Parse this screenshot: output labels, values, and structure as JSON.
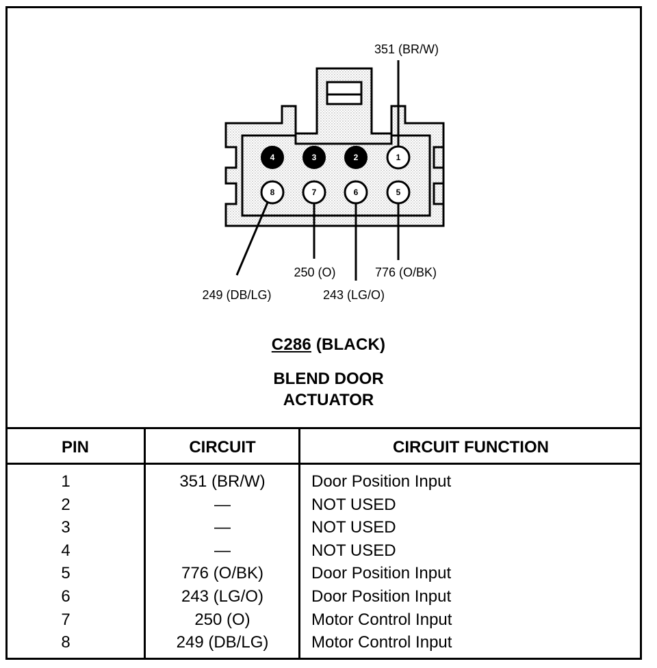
{
  "connector": {
    "id": "C286",
    "color_label": "(BLACK)",
    "component_line1": "BLEND DOOR",
    "component_line2": "ACTUATOR"
  },
  "pins": [
    {
      "pin": "1",
      "filled": false
    },
    {
      "pin": "2",
      "filled": true
    },
    {
      "pin": "3",
      "filled": true
    },
    {
      "pin": "4",
      "filled": true
    },
    {
      "pin": "5",
      "filled": false
    },
    {
      "pin": "6",
      "filled": false
    },
    {
      "pin": "7",
      "filled": false
    },
    {
      "pin": "8",
      "filled": false
    }
  ],
  "wire_labels": {
    "pin1": "351 (BR/W)",
    "pin5": "776 (O/BK)",
    "pin6": "243 (LG/O)",
    "pin7": "250 (O)",
    "pin8": "249 (DB/LG)"
  },
  "table": {
    "headers": {
      "pin": "PIN",
      "circuit": "CIRCUIT",
      "function": "CIRCUIT FUNCTION"
    },
    "rows": [
      {
        "pin": "1",
        "circuit": "351 (BR/W)",
        "function": "Door Position Input"
      },
      {
        "pin": "2",
        "circuit": "—",
        "function": "NOT USED"
      },
      {
        "pin": "3",
        "circuit": "—",
        "function": "NOT USED"
      },
      {
        "pin": "4",
        "circuit": "—",
        "function": "NOT USED"
      },
      {
        "pin": "5",
        "circuit": "776 (O/BK)",
        "function": "Door Position Input"
      },
      {
        "pin": "6",
        "circuit": "243 (LG/O)",
        "function": "Door Position Input"
      },
      {
        "pin": "7",
        "circuit": "250 (O)",
        "function": "Motor Control Input"
      },
      {
        "pin": "8",
        "circuit": "249 (DB/LG)",
        "function": "Motor Control Input"
      }
    ]
  }
}
